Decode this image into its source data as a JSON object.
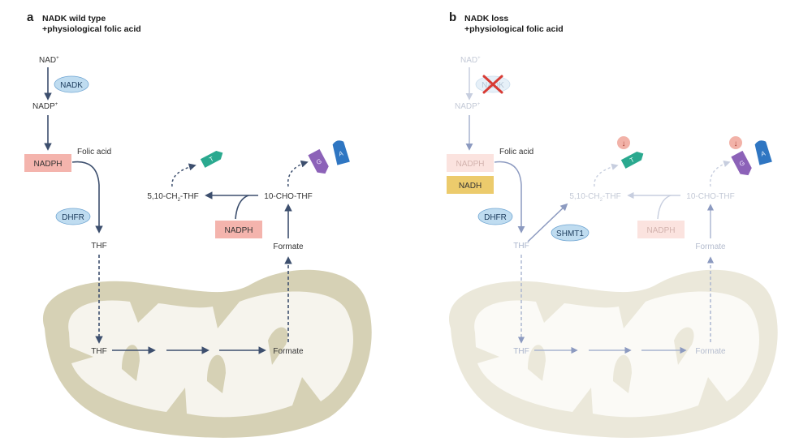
{
  "panel_a": {
    "letter": "a",
    "title_line1": "NADK wild type",
    "title_line2": "+physiological folic acid",
    "nad": "NAD",
    "nadp": "NADP",
    "plus": "+",
    "nadk": "NADK",
    "nadph": "NADPH",
    "folic_acid": "Folic acid",
    "dhfr": "DHFR",
    "thf": "THF",
    "methylene_thf_prefix": "5,10-CH",
    "methylene_thf_sub": "2",
    "methylene_thf_suffix": "-THF",
    "formyl_thf": "10-CHO-THF",
    "formate": "Formate",
    "nadph_reaction": "NADPH",
    "mito_thf": "THF",
    "mito_formate": "Formate",
    "thymidine_letter": "T",
    "guanine_letter": "G",
    "adenine_letter": "A"
  },
  "panel_b": {
    "letter": "b",
    "title_line1": "NADK loss",
    "title_line2": "+physiological folic acid",
    "nad": "NAD",
    "nadp": "NADP",
    "plus": "+",
    "nadk": "NADK",
    "nadph": "NADPH",
    "nadh": "NADH",
    "folic_acid": "Folic acid",
    "dhfr": "DHFR",
    "shmt1": "SHMT1",
    "thf": "THF",
    "methylene_thf_prefix": "5,10-CH",
    "methylene_thf_sub": "2",
    "methylene_thf_suffix": "-THF",
    "formyl_thf": "10-CHO-THF",
    "formate": "Formate",
    "nadph_reaction": "NADPH",
    "mito_thf": "THF",
    "mito_formate": "Formate",
    "thymidine_letter": "T",
    "guanine_letter": "G",
    "adenine_letter": "A",
    "down_arrow_symbol": "↓"
  },
  "colors": {
    "arrow": "#3d4f6e",
    "arrow_faded": "#a7b3cf",
    "nadph_box": "#f4b4ad",
    "nadph_box_faded": "#fbe3df",
    "nadh_box": "#eccb6c",
    "enzyme_ellipse": "#bfdcf0",
    "enzyme_stroke": "#6fa5d2",
    "mito_outer": "#d6d1b5",
    "mito_outer_faded": "#ebe8da",
    "mito_inner": "#f6f4ed",
    "thymidine": "#2aa98f",
    "guanine": "#8c62b8",
    "adenine": "#2f76c2",
    "down_badge": "#f2b2a8",
    "cross": "#d83b34",
    "text": "#333333",
    "text_faded": "#b4bcce"
  }
}
